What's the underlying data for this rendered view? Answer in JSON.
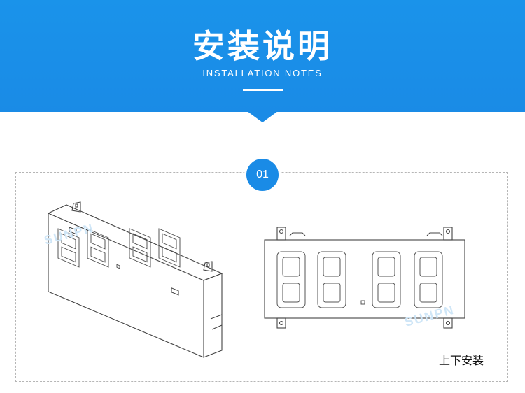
{
  "header": {
    "title": "安装说明",
    "subtitle": "INSTALLATION NOTES"
  },
  "step": {
    "number": "01",
    "caption": "上下安装"
  },
  "watermark": "SUNPN",
  "colors": {
    "accent": "#1a8be6",
    "panel_border": "#b5b5b5"
  }
}
